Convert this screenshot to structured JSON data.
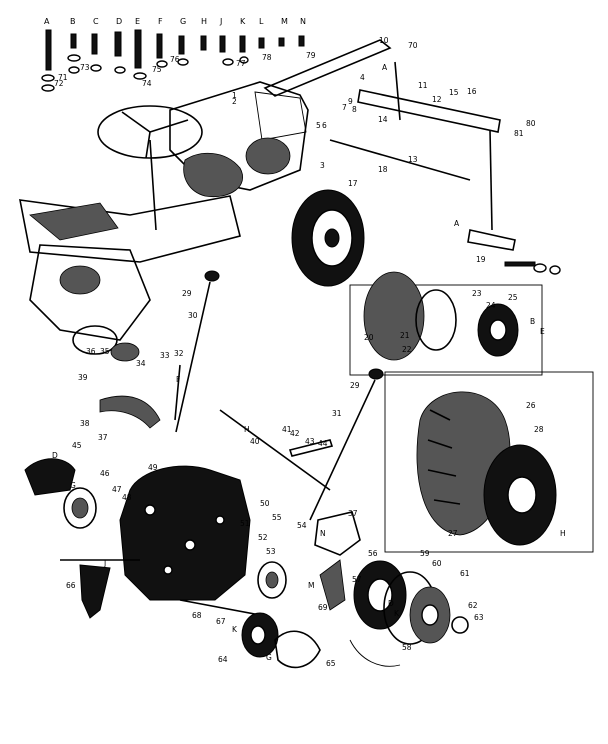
{
  "hardware_headers": [
    "A",
    "B",
    "C",
    "D",
    "E",
    "F",
    "G",
    "H",
    "J",
    "K",
    "L",
    "M",
    "N"
  ],
  "callouts": [
    {
      "id": "c1",
      "text": "1"
    },
    {
      "id": "c2",
      "text": "2"
    },
    {
      "id": "c3",
      "text": "3"
    },
    {
      "id": "c4",
      "text": "4"
    },
    {
      "id": "c5",
      "text": "5"
    },
    {
      "id": "c6",
      "text": "6"
    },
    {
      "id": "c7",
      "text": "7"
    },
    {
      "id": "c8",
      "text": "8"
    },
    {
      "id": "c9",
      "text": "9"
    },
    {
      "id": "c10",
      "text": "10"
    },
    {
      "id": "c11",
      "text": "11"
    },
    {
      "id": "c12",
      "text": "12"
    },
    {
      "id": "c13",
      "text": "13"
    },
    {
      "id": "c14",
      "text": "14"
    },
    {
      "id": "c15",
      "text": "15"
    },
    {
      "id": "c16",
      "text": "16"
    },
    {
      "id": "c17",
      "text": "17"
    },
    {
      "id": "c18",
      "text": "18"
    },
    {
      "id": "c19",
      "text": "19"
    },
    {
      "id": "c20",
      "text": "20"
    },
    {
      "id": "c21",
      "text": "21"
    },
    {
      "id": "c22",
      "text": "22"
    },
    {
      "id": "c23",
      "text": "23"
    },
    {
      "id": "c24",
      "text": "24"
    },
    {
      "id": "c25",
      "text": "25"
    },
    {
      "id": "c26",
      "text": "26"
    },
    {
      "id": "c27",
      "text": "27"
    },
    {
      "id": "c28",
      "text": "28"
    },
    {
      "id": "c29",
      "text": "29"
    },
    {
      "id": "c29b",
      "text": "29"
    },
    {
      "id": "c30",
      "text": "30"
    },
    {
      "id": "c31",
      "text": "31"
    },
    {
      "id": "c32",
      "text": "32"
    },
    {
      "id": "c33",
      "text": "33"
    },
    {
      "id": "c34",
      "text": "34"
    },
    {
      "id": "c35",
      "text": "35"
    },
    {
      "id": "c36",
      "text": "36"
    },
    {
      "id": "c37",
      "text": "37"
    },
    {
      "id": "c37b",
      "text": "37"
    },
    {
      "id": "c38",
      "text": "38"
    },
    {
      "id": "c39",
      "text": "39"
    },
    {
      "id": "c40",
      "text": "40"
    },
    {
      "id": "c41",
      "text": "41"
    },
    {
      "id": "c42",
      "text": "42"
    },
    {
      "id": "c43",
      "text": "43"
    },
    {
      "id": "c44",
      "text": "44"
    },
    {
      "id": "c45",
      "text": "45"
    },
    {
      "id": "c46",
      "text": "46"
    },
    {
      "id": "c47",
      "text": "47"
    },
    {
      "id": "c48",
      "text": "48"
    },
    {
      "id": "c49",
      "text": "49"
    },
    {
      "id": "c50",
      "text": "50"
    },
    {
      "id": "c51",
      "text": "51"
    },
    {
      "id": "c52",
      "text": "52"
    },
    {
      "id": "c53",
      "text": "53"
    },
    {
      "id": "c54",
      "text": "54"
    },
    {
      "id": "c55",
      "text": "55"
    },
    {
      "id": "c56",
      "text": "56"
    },
    {
      "id": "c57",
      "text": "57"
    },
    {
      "id": "c58",
      "text": "58"
    },
    {
      "id": "c59",
      "text": "59"
    },
    {
      "id": "c60",
      "text": "60"
    },
    {
      "id": "c61",
      "text": "61"
    },
    {
      "id": "c62",
      "text": "62"
    },
    {
      "id": "c63",
      "text": "63"
    },
    {
      "id": "c64",
      "text": "64"
    },
    {
      "id": "c65",
      "text": "65"
    },
    {
      "id": "c66",
      "text": "66"
    },
    {
      "id": "c67",
      "text": "67"
    },
    {
      "id": "c68",
      "text": "68"
    },
    {
      "id": "c69",
      "text": "69"
    },
    {
      "id": "c70",
      "text": "70"
    },
    {
      "id": "c71",
      "text": "71"
    },
    {
      "id": "c72",
      "text": "72"
    },
    {
      "id": "c73",
      "text": "73"
    },
    {
      "id": "c74",
      "text": "74"
    },
    {
      "id": "c75",
      "text": "75"
    },
    {
      "id": "c76",
      "text": "76"
    },
    {
      "id": "c77",
      "text": "77"
    },
    {
      "id": "c78",
      "text": "78"
    },
    {
      "id": "c79",
      "text": "79"
    },
    {
      "id": "c80",
      "text": "80"
    },
    {
      "id": "c81",
      "text": "81"
    }
  ],
  "letter_tags": [
    {
      "id": "tA1",
      "text": "A"
    },
    {
      "id": "tA2",
      "text": "A"
    },
    {
      "id": "tH1",
      "text": "H"
    },
    {
      "id": "tH2",
      "text": "H"
    },
    {
      "id": "tG1",
      "text": "G"
    },
    {
      "id": "tG2",
      "text": "G"
    },
    {
      "id": "tK1",
      "text": "K"
    },
    {
      "id": "tK2",
      "text": "K"
    },
    {
      "id": "tD1",
      "text": "D"
    },
    {
      "id": "tD2",
      "text": "D"
    },
    {
      "id": "tB1",
      "text": "B"
    },
    {
      "id": "tE1",
      "text": "E"
    },
    {
      "id": "tJ1",
      "text": "J"
    },
    {
      "id": "tM1",
      "text": "M"
    },
    {
      "id": "tF1",
      "text": "F"
    },
    {
      "id": "tN1",
      "text": "N"
    }
  ]
}
